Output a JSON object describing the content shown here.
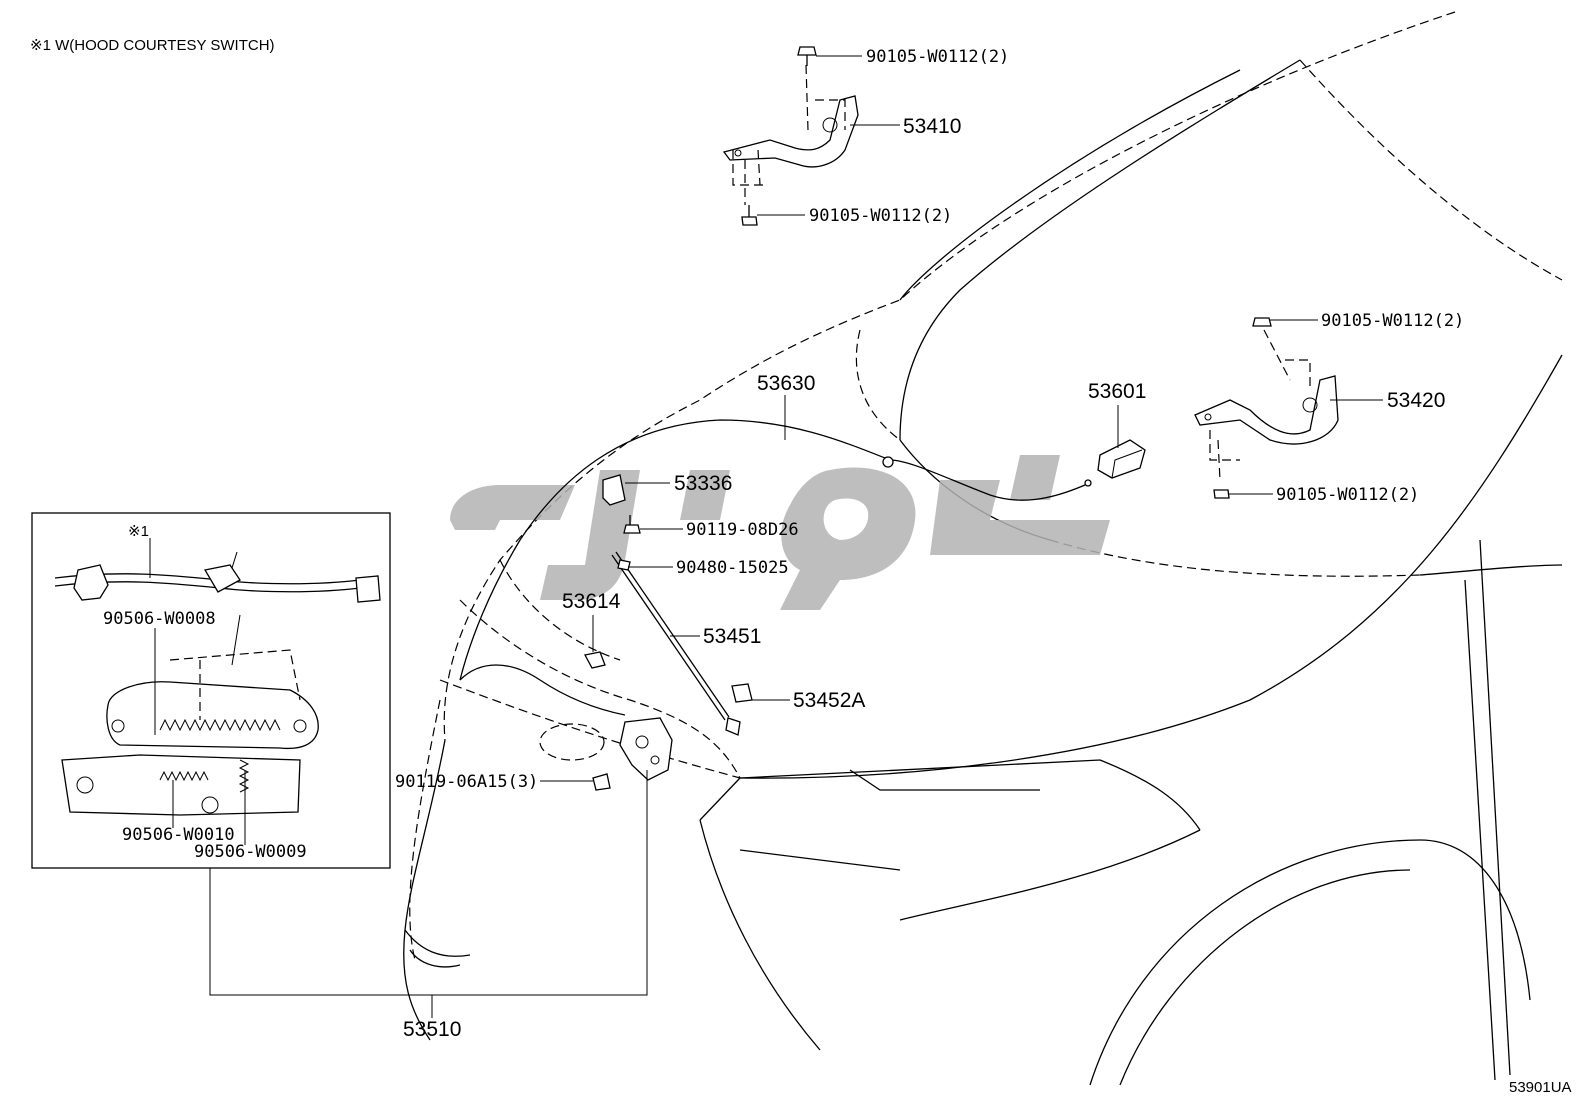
{
  "note": "※1 W(HOOD COURTESY SWITCH)",
  "inset_marker": "※1",
  "diagram_id": "53901UA",
  "watermark_color": "#b3b3b3",
  "labels": {
    "bolt_top_1": "90105-W0112(2)",
    "hinge_left": "53410",
    "bolt_top_2": "90105-W0112(2)",
    "bolt_right_1": "90105-W0112(2)",
    "hinge_right": "53420",
    "bolt_right_2": "90105-W0112(2)",
    "cable": "53630",
    "handle": "53601",
    "support_holder": "53336",
    "bolt_holder": "90119-08D26",
    "clip": "90480-15025",
    "clamp": "53614",
    "support_rod": "53451",
    "retainer": "53452A",
    "bolt_lock": "90119-06A15(3)",
    "lock_assy": "53510",
    "spring_1": "90506-W0008",
    "spring_2": "90506-W0010",
    "spring_3": "90506-W0009"
  }
}
